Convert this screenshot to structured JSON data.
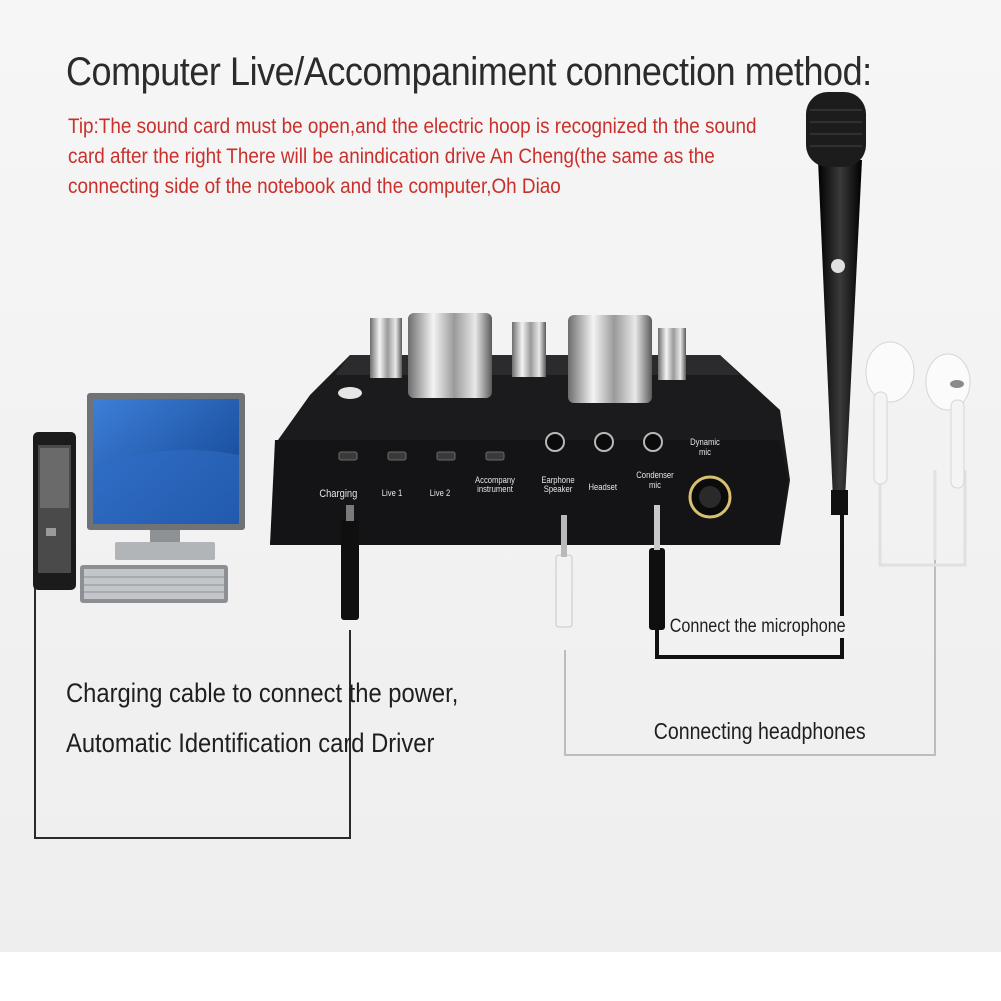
{
  "title": "Computer Live/Accompaniment connection method:",
  "tip": {
    "line1": "Tip:The sound card must be open,and the electric hoop is recognized th the sound",
    "line2": "card after the right There will be anindication drive An Cheng(the same as the",
    "line3": "connecting side of the notebook and the computer,Oh Diao"
  },
  "device_ports": {
    "charging": "Charging",
    "live1": "Live 1",
    "live2": "Live 2",
    "accompany": "Accompany instrument",
    "earphone": "Earphone Speaker",
    "headset": "Headset",
    "condenser": "Condenser mic",
    "dynamic": "Dynamic mic"
  },
  "captions": {
    "power_line1": "Charging cable to connect the power,",
    "power_line2": "Automatic Identification card Driver",
    "microphone": "Connect the microphone",
    "headphones": "Connecting headphones"
  },
  "colors": {
    "title": "#2b2b2b",
    "tip": "#c9302c",
    "device": "#1a1a1a",
    "cable_black": "#111111",
    "cable_white": "#e8e8e8"
  }
}
